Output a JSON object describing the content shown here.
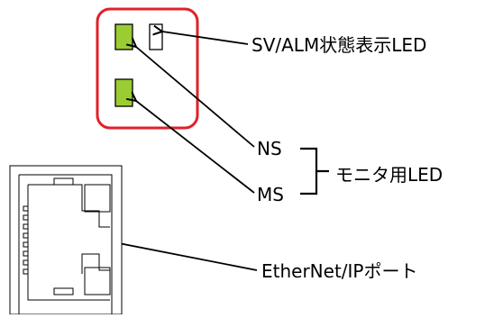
{
  "labels": {
    "sv_alm_led": "SV/ALM状態表示LED",
    "ns": "NS",
    "ms": "MS",
    "monitor_led": "モニタ用LED",
    "ethernet_port": "EtherNet/IPポート"
  },
  "colors": {
    "led_green": "#9acd32",
    "highlight_border": "#e0202a",
    "line": "#000000"
  }
}
